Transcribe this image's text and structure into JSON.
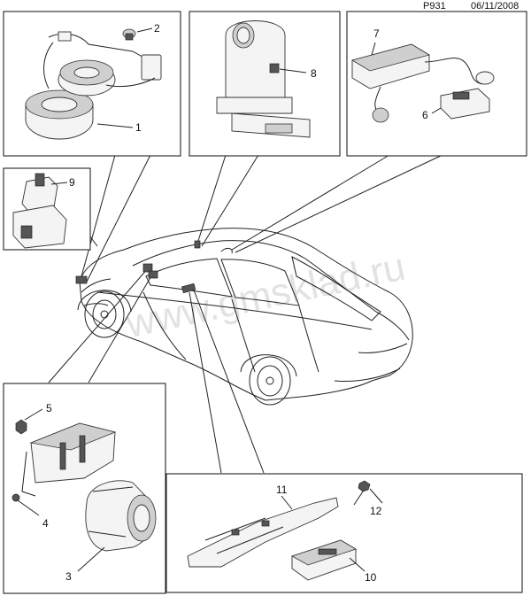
{
  "header": {
    "code": "P931",
    "date": "06/11/2008"
  },
  "watermark": "www.gmsklad.ru",
  "callouts": {
    "c1": "1",
    "c2": "2",
    "c3": "3",
    "c4": "4",
    "c5": "5",
    "c6": "6",
    "c7": "7",
    "c8": "8",
    "c9": "9",
    "c10": "10",
    "c11": "11",
    "c12": "12"
  },
  "colors": {
    "line": "#222222",
    "fill": "#f4f4f4",
    "watermark": "#e2e2e2"
  }
}
